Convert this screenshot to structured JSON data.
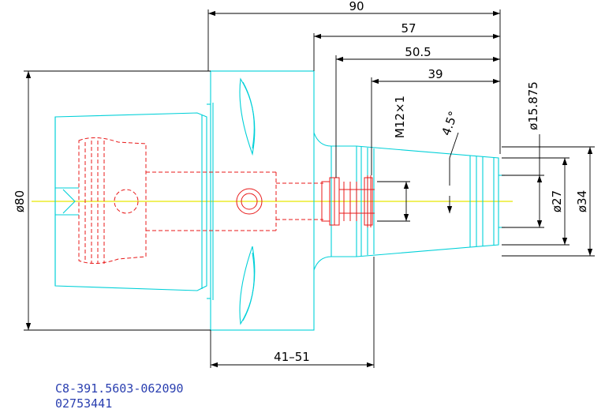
{
  "dimensions": {
    "overall_length": "90",
    "length_57": "57",
    "length_50_5": "50.5",
    "length_39": "39",
    "thread": "M12×1",
    "taper_angle": "4.5°",
    "dia_15875": "ø15.875",
    "dia_27": "ø27",
    "dia_34": "ø34",
    "dia_80": "ø80",
    "adjust_range": "41–51"
  },
  "part": {
    "article_code": "C8-391.5603-062090",
    "item_number": "02753441"
  },
  "colors": {
    "outline": "#00d0d8",
    "hidden": "#e81818",
    "dimension": "#000000",
    "centerline": "#e8e800",
    "code_text": "#2a3fb0"
  }
}
